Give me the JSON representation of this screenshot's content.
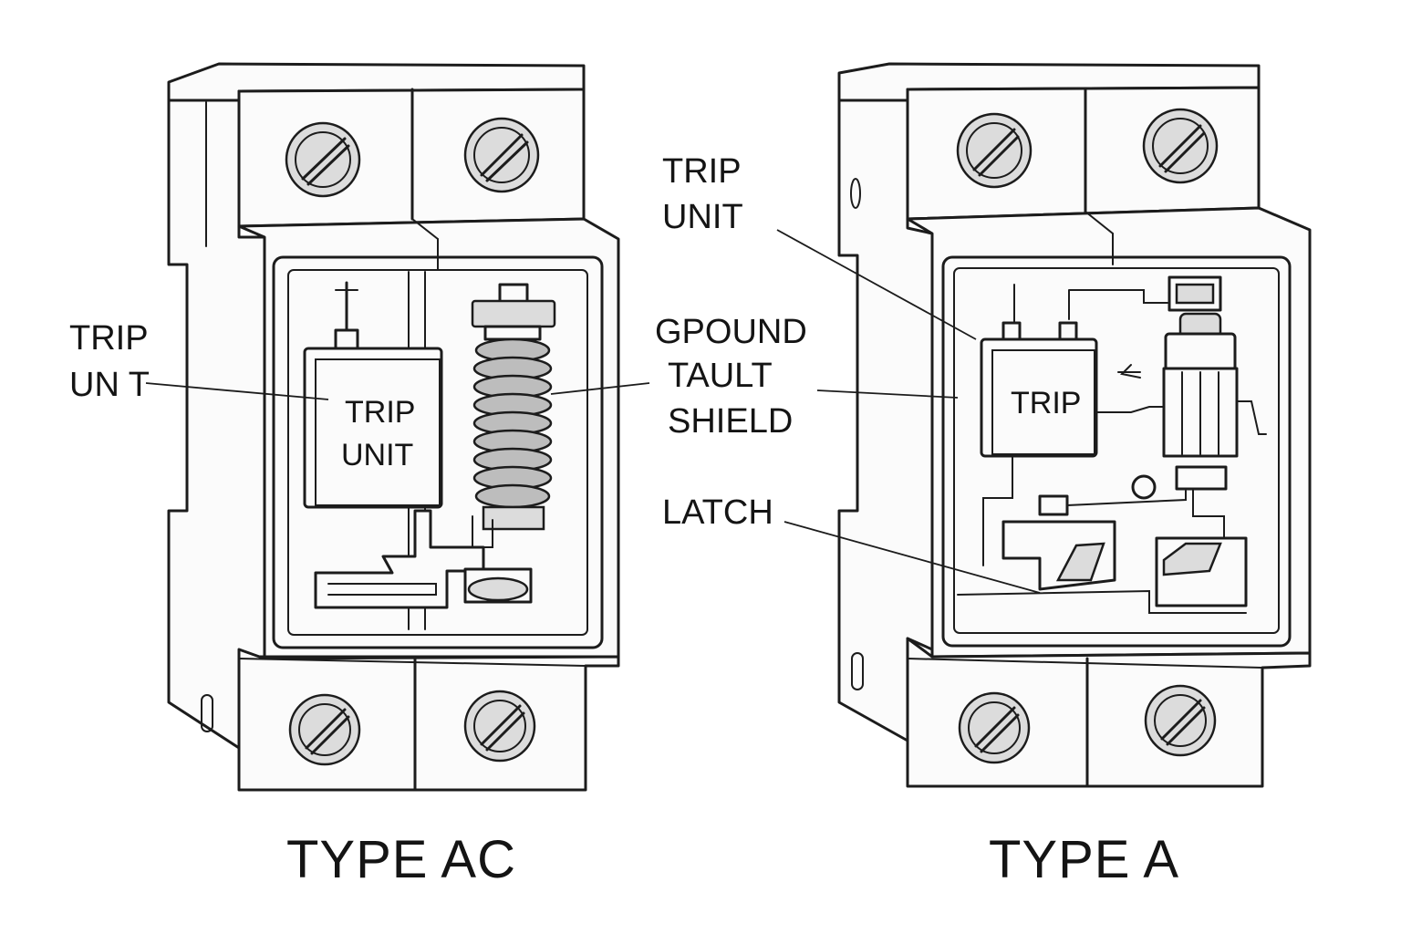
{
  "diagram": {
    "left_device": {
      "caption": "TYPE AC",
      "outer_label": [
        "TRIP",
        "UN T"
      ],
      "inner_label": [
        "TRIP",
        "UNIT"
      ]
    },
    "right_device": {
      "caption": "TYPE A",
      "inner_label": [
        "TRIP"
      ]
    },
    "center_labels": {
      "trip_unit": [
        "TRIP",
        "UNIT"
      ],
      "ground_fault_shield": [
        "GPOUND",
        "TAULT",
        "SHIELD"
      ],
      "latch": "LATCH"
    }
  }
}
